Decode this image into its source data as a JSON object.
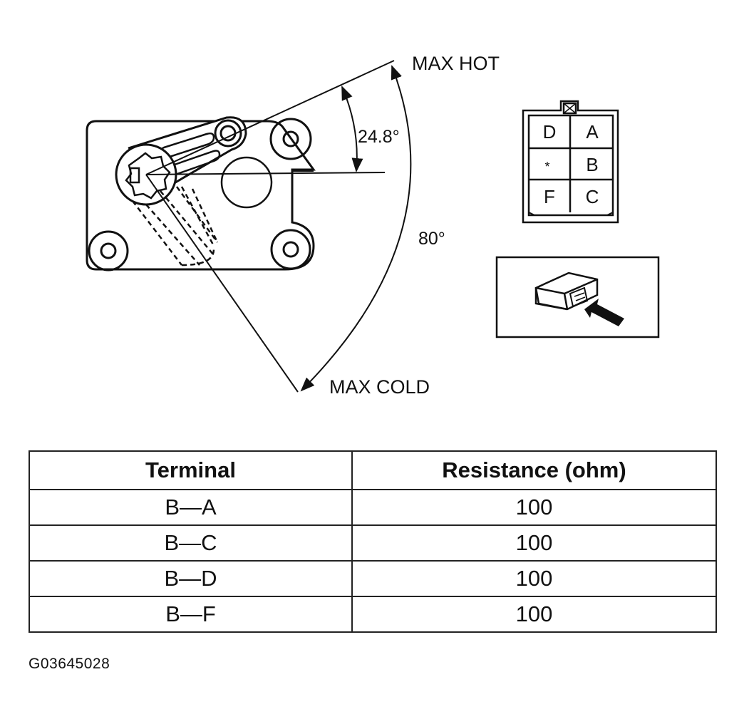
{
  "diagram": {
    "labels": {
      "max_hot": "MAX HOT",
      "max_cold": "MAX COLD",
      "angle_small": "24.8°",
      "angle_large": "80°"
    },
    "connector_pins": [
      "D",
      "A",
      "*",
      "B",
      "F",
      "C"
    ],
    "icons": [
      "actuator-body-icon",
      "connector-face-icon",
      "connector-location-icon",
      "arrow-icon"
    ]
  },
  "table": {
    "headers": [
      "Terminal",
      "Resistance (ohm)"
    ],
    "rows": [
      {
        "terminal": "B—A",
        "resistance": "100"
      },
      {
        "terminal": "B—C",
        "resistance": "100"
      },
      {
        "terminal": "B—D",
        "resistance": "100"
      },
      {
        "terminal": "B—F",
        "resistance": "100"
      }
    ]
  },
  "figure_id": "G03645028",
  "colors": {
    "ink": "#111111",
    "background": "#ffffff"
  }
}
